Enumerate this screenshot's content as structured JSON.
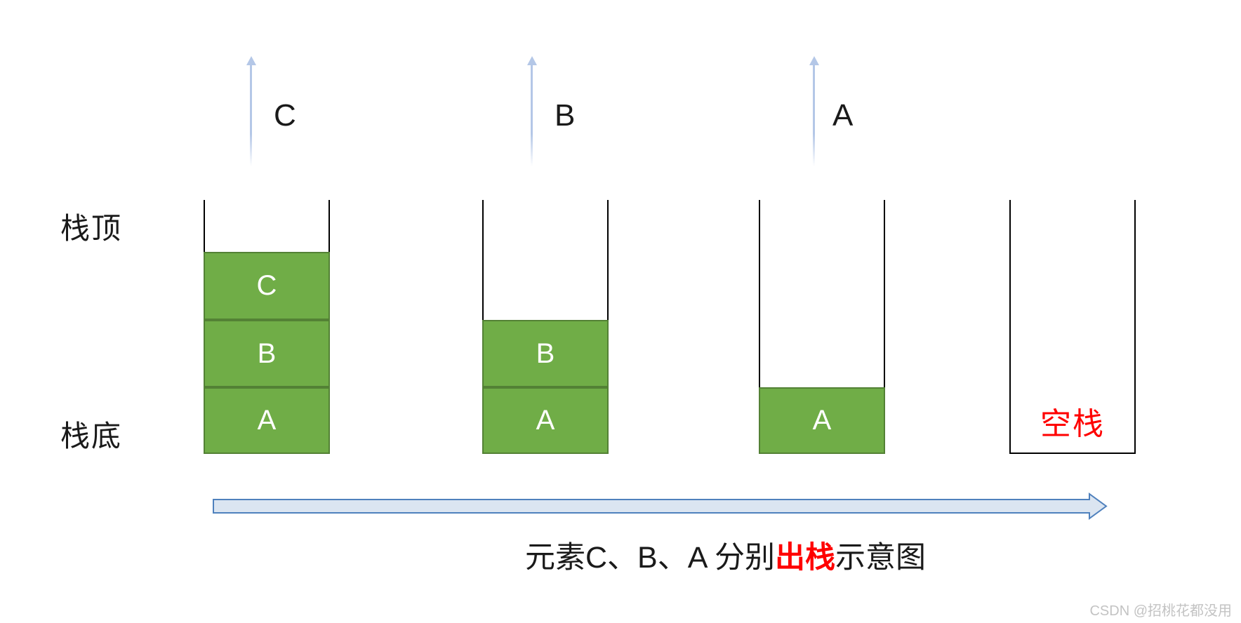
{
  "labels": {
    "stack_top": "栈顶",
    "stack_bottom": "栈底"
  },
  "stacks": [
    {
      "name": "state-1",
      "pop_label": "C",
      "blocks": [
        "C",
        "B",
        "A"
      ]
    },
    {
      "name": "state-2",
      "pop_label": "B",
      "blocks": [
        "B",
        "A"
      ]
    },
    {
      "name": "state-3",
      "pop_label": "A",
      "blocks": [
        "A"
      ]
    },
    {
      "name": "state-4",
      "empty_label": "空栈",
      "blocks": []
    }
  ],
  "caption": {
    "prefix": "元素C、B、A 分别",
    "highlight": "出栈",
    "suffix": "示意图"
  },
  "watermark": "CSDN @招桃花都没用",
  "colors": {
    "block_fill": "#70ad47",
    "block_border": "#538135",
    "arrow_blue": "#b4c7e7",
    "h_arrow_fill": "#dbe5f1",
    "h_arrow_border": "#4f81bd",
    "highlight_red": "#ff0000",
    "watermark_gray": "#c3c3c3",
    "wall_black": "#000000"
  }
}
